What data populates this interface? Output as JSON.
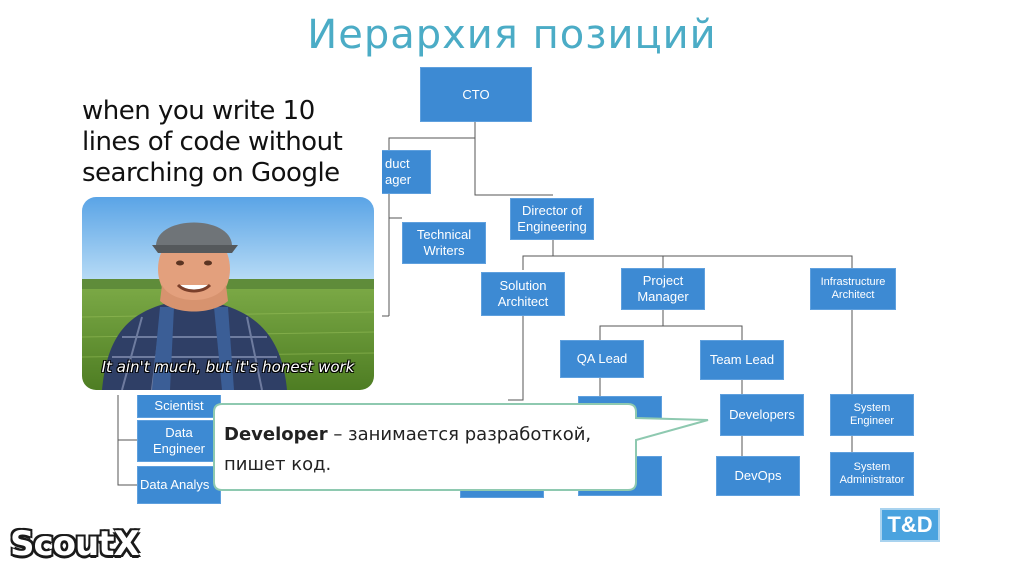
{
  "slide": {
    "title": "Иерархия позиций"
  },
  "org": {
    "cto": "CTO",
    "product_manager": "duct\nager",
    "technical_writers": "Technical\nWriters",
    "director_engineering": "Director of\nEngineering",
    "solution_architect": "Solution\nArchitect",
    "project_manager": "Project\nManager",
    "infrastructure_architect": "Infrastructure\nArchitect",
    "qa_lead": "QA Lead",
    "team_lead": "Team Lead",
    "developers": "Developers",
    "devops": "DevOps",
    "system_engineer": "System Engineer",
    "system_administrator": "System\nAdministrator",
    "scientist": "Scientist",
    "data_engineer": "Data\nEngineer",
    "data_analyst": "Data Analys"
  },
  "meme": {
    "caption": "when you write 10 lines of code without searching on Google",
    "subtitle": "It ain't much, but it's honest work"
  },
  "callout": {
    "term": "Developer",
    "description": " – занимается разработкой, пишет код."
  },
  "logos": {
    "scoutx": "ScoutX",
    "td": "T&D"
  },
  "colors": {
    "title": "#4bacc6",
    "box": "#3d8ad3",
    "callout_border": "#8ec9b0"
  }
}
